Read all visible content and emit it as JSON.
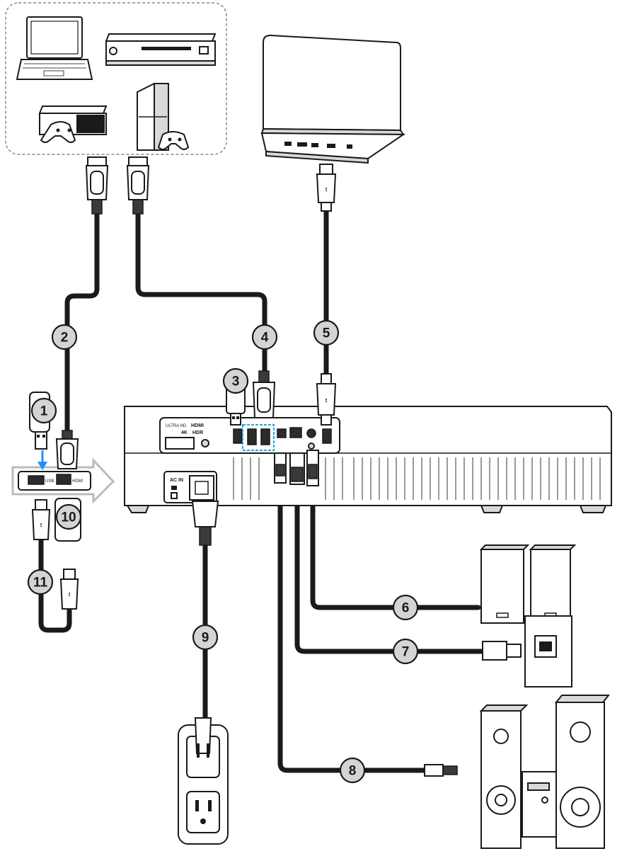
{
  "callouts": [
    {
      "id": "1",
      "label": "1"
    },
    {
      "id": "2",
      "label": "2"
    },
    {
      "id": "3",
      "label": "3"
    },
    {
      "id": "4",
      "label": "4"
    },
    {
      "id": "5",
      "label": "5"
    },
    {
      "id": "6",
      "label": "6"
    },
    {
      "id": "7",
      "label": "7"
    },
    {
      "id": "8",
      "label": "8"
    },
    {
      "id": "9",
      "label": "9"
    },
    {
      "id": "10",
      "label": "10"
    },
    {
      "id": "11",
      "label": "11"
    }
  ],
  "projector_panel": {
    "ultra_hd_label": "ULTRA HD",
    "hdmi_logo": "HDMI",
    "k4_label": "4K",
    "hdr_label": "HDR",
    "ac_in_label": "AC IN"
  },
  "side_panel": {
    "usb_label": "USB",
    "hdmi_label": "HDMI"
  },
  "colors": {
    "cable": "#1a1a1a",
    "callout_fill": "#d4d4d4",
    "arrow": "#1e90ff",
    "highlight_dash": "#1ea7e1"
  }
}
